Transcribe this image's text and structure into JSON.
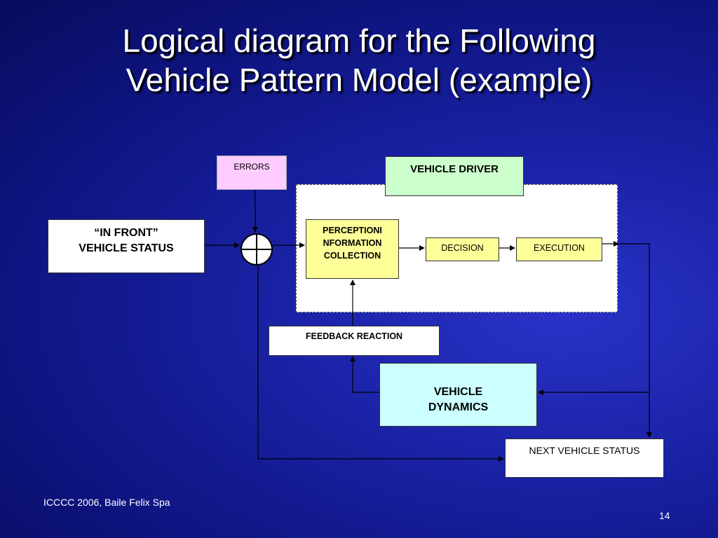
{
  "slide": {
    "title_line1": "Logical diagram for the Following",
    "title_line2": "Vehicle Pattern Model (example)",
    "footer_left": "ICCCC 2006, Baile Felix Spa",
    "page_number": "14"
  },
  "diagram": {
    "errors": "ERRORS",
    "vehicle_driver": "VEHICLE DRIVER",
    "in_front_line1": "“IN FRONT”",
    "in_front_line2": "VEHICLE STATUS",
    "perception_line1": "PERCEPTIONI",
    "perception_line2": "NFORMATION",
    "perception_line3": "COLLECTION",
    "decision": "DECISION",
    "execution": "EXECUTION",
    "feedback_reaction": "FEEDBACK REACTION",
    "vehicle_dynamics_line1": "VEHICLE",
    "vehicle_dynamics_line2": "DYNAMICS",
    "next_vehicle_status": "NEXT VEHICLE STATUS"
  },
  "colors": {
    "background": "#1a22a6",
    "errors_fill": "#ffccff",
    "driver_fill": "#ccffcc",
    "process_fill": "#ffff99",
    "dynamics_fill": "#ccffff",
    "plain_fill": "#ffffff"
  }
}
